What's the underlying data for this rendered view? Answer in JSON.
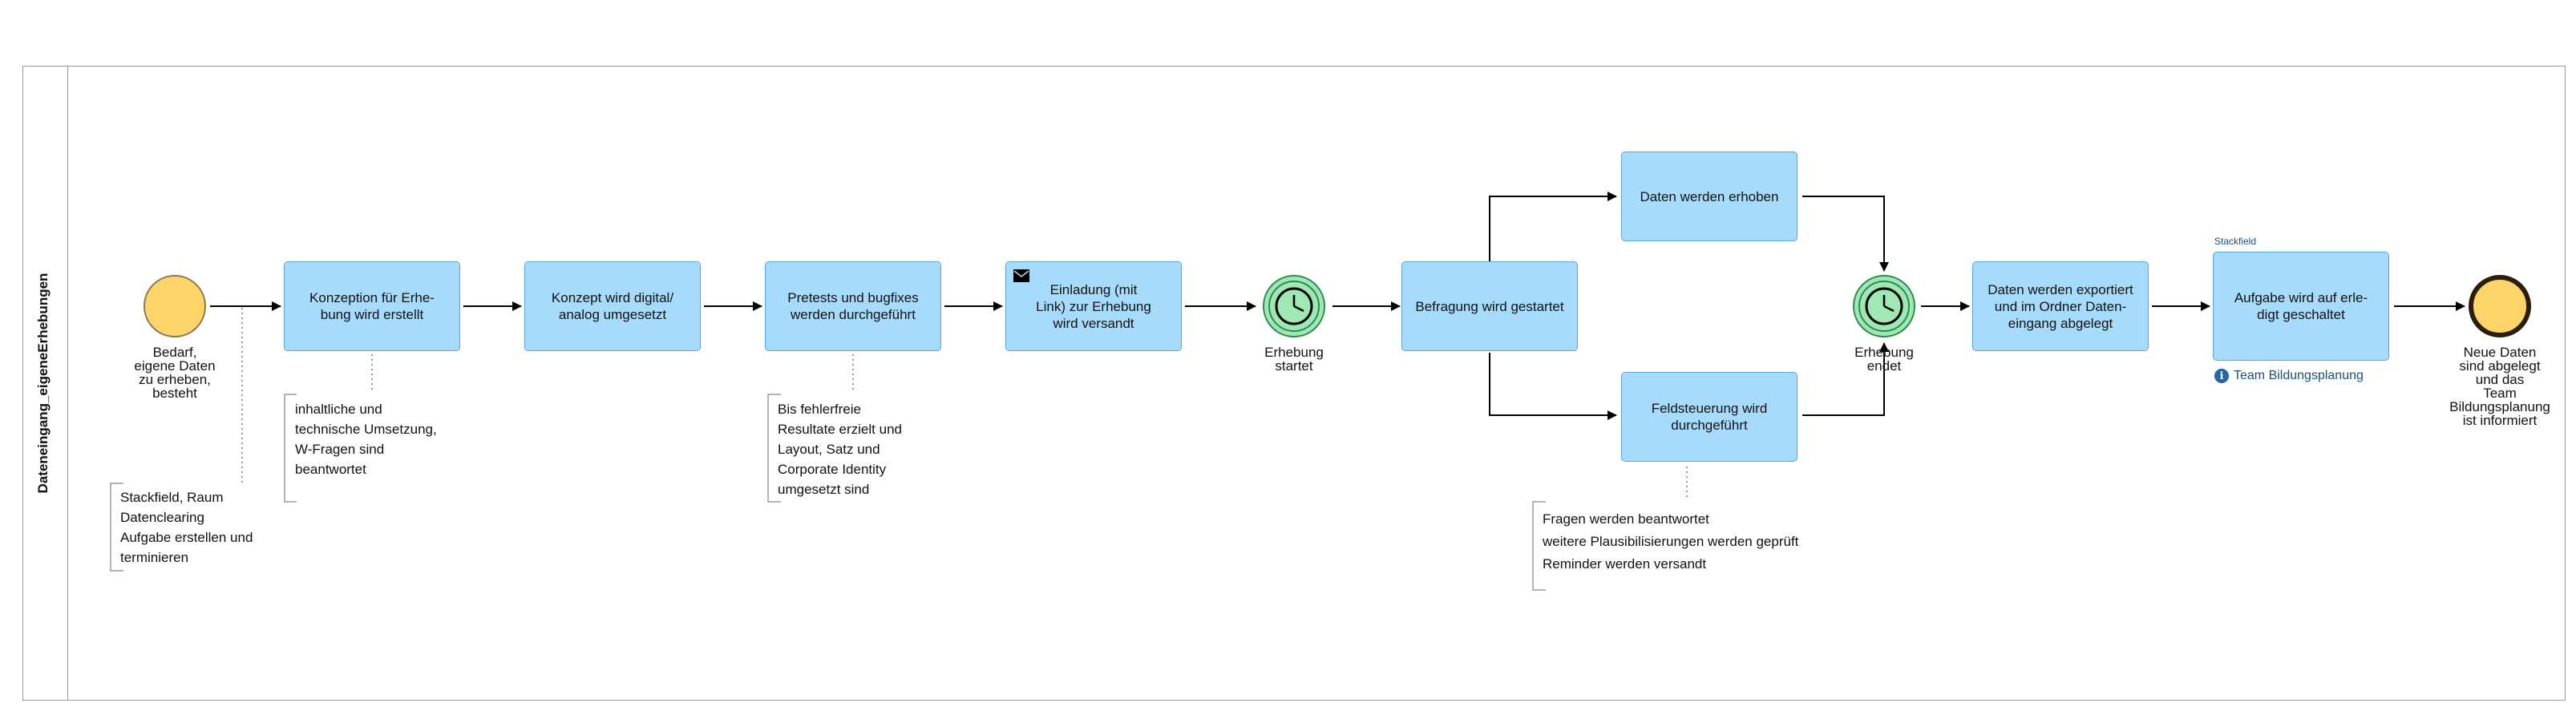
{
  "lane": {
    "title": "Dateneingang_eigeneErhebungen"
  },
  "events": {
    "start_label": "Bedarf,\neigene Daten\nzu erheben,\nbesteht",
    "timer1_label": "Erhebung\nstartet",
    "timer2_label": "Erhebung\nendet",
    "end_label": "Neue Daten\nsind abgelegt\nund das\nTeam\nBildungsplanung\nist informiert"
  },
  "tasks": {
    "t1": "Konzeption für Erhe-\nbung wird erstellt",
    "t2": "Konzept wird digital/\nanalog umgesetzt",
    "t3": "Pretests und bugfixes\nwerden durchgeführt",
    "t4": "Einladung (mit\nLink) zur Erhebung\nwird versandt",
    "t5": "Befragung wird gestartet",
    "t6": "Daten werden erhoben",
    "t7": "Feldsteuerung wird\ndurchgeführt",
    "t8": "Daten werden exportiert\nund im Ordner Daten-\neingang abgelegt",
    "t9": "Aufgabe wird auf erle-\ndigt geschaltet"
  },
  "notes": {
    "n1": "Stackfield, Raum\nDatenclearing\nAufgabe erstellen und\nterminieren",
    "n2": "inhaltliche und\ntechnische Umsetzung,\nW-Fragen sind\nbeantwortet",
    "n3": "Bis fehlerfreie\nResultate erzielt und\nLayout, Satz und\nCorporate Identity\numgesetzt sind",
    "n4": "Fragen werden beantwortet\nweitere Plausibilisierungen werden geprüft\nReminder werden versandt"
  },
  "t9_meta": {
    "tag": "Stackfield",
    "team": "Team Bildungsplanung"
  },
  "icons": {
    "start": "start-event-circle",
    "timer": "timer-event-icon",
    "end": "end-event-circle",
    "loop": "loop-marker-icon",
    "mail": "envelope-icon",
    "info": "info-icon"
  },
  "colors": {
    "task_fill": "#a6dbfb",
    "event_fill": "#fdd46a",
    "timer_fill": "#7fdb9e"
  }
}
